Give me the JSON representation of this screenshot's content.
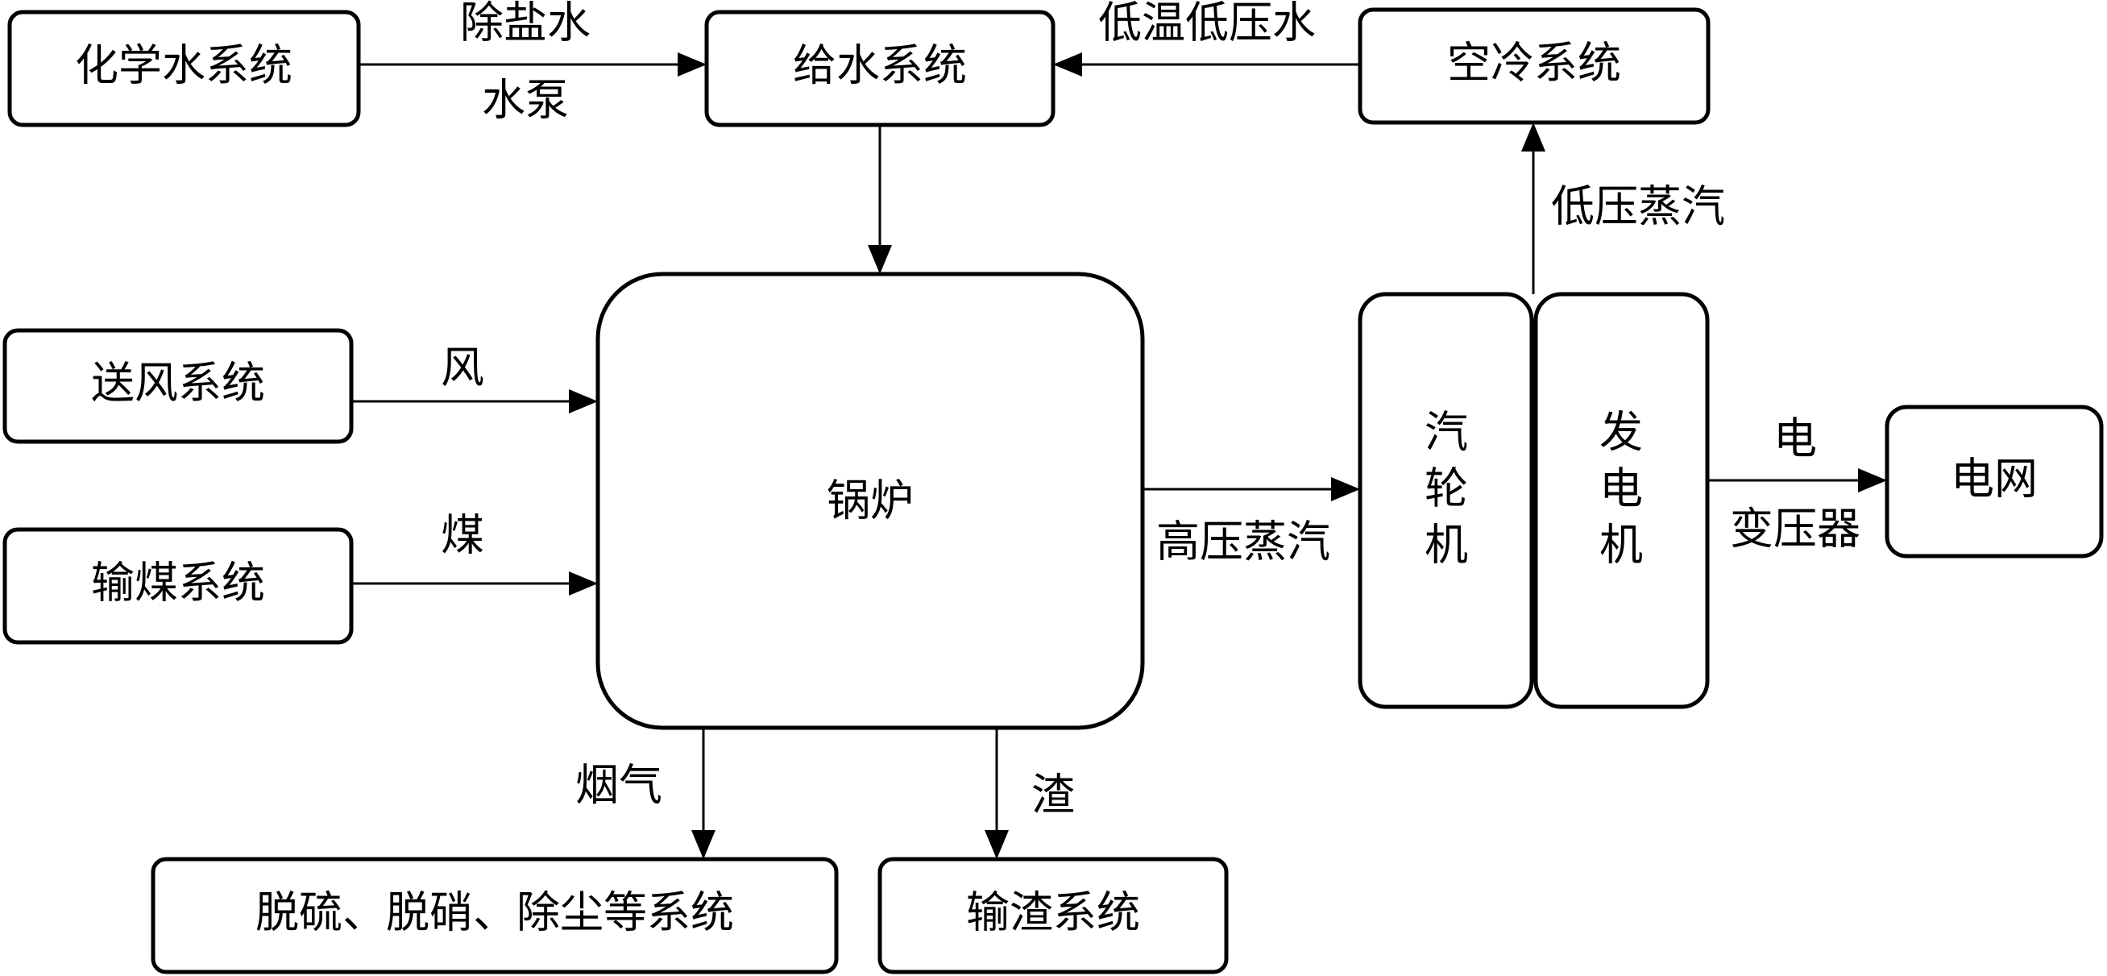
{
  "boxes": {
    "chemical_water": "化学水系统",
    "feedwater": "给水系统",
    "air_cooling": "空冷系统",
    "air_supply": "送风系统",
    "coal_conveying": "输煤系统",
    "boiler": "锅炉",
    "turbine": [
      "汽",
      "轮",
      "机"
    ],
    "generator": [
      "发",
      "电",
      "机"
    ],
    "grid": "电网",
    "desulfurization": "脱硫、脱硝、除尘等系统",
    "slag_conveying": "输渣系统"
  },
  "labels": {
    "demineralized_water": "除盐水",
    "water_pump": "水泵",
    "low_temp_low_press_water": "低温低压水",
    "low_pressure_steam": "低压蒸汽",
    "wind": "风",
    "coal": "煤",
    "high_pressure_steam": "高压蒸汽",
    "electricity": "电",
    "transformer": "变压器",
    "flue_gas": "烟气",
    "slag": "渣"
  }
}
